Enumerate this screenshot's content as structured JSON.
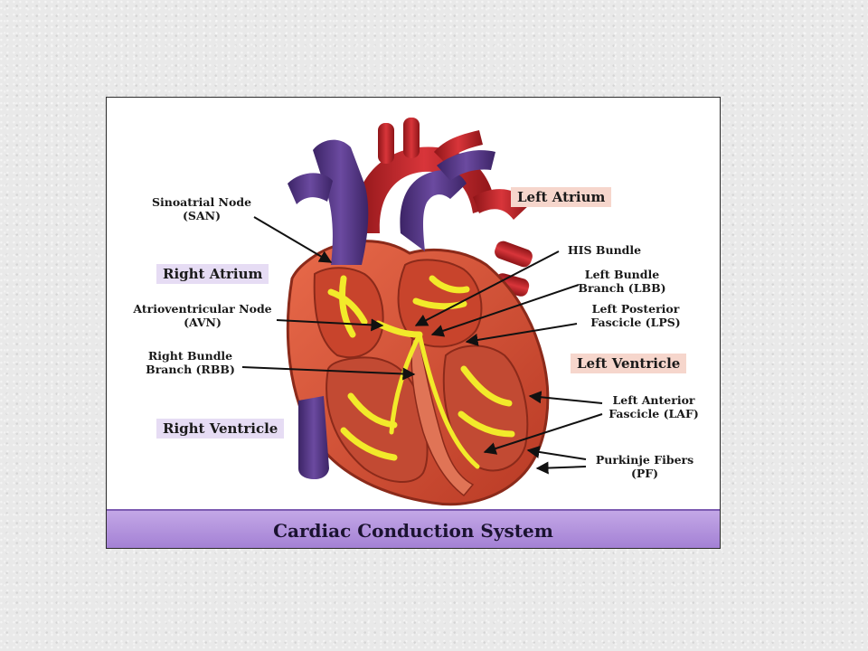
{
  "diagram": {
    "title": "Cardiac Conduction System",
    "regions": {
      "left_atrium": "Left Atrium",
      "right_atrium": "Right Atrium",
      "left_ventricle": "Left Ventricle",
      "right_ventricle": "Right Ventricle"
    },
    "labels": {
      "san": [
        "Sinoatrial Node",
        "(SAN)"
      ],
      "avn": [
        "Atrioventricular Node",
        "(AVN)"
      ],
      "rbb": [
        "Right Bundle",
        "Branch (RBB)"
      ],
      "his": [
        "HIS Bundle"
      ],
      "lbb": [
        "Left Bundle",
        "Branch (LBB)"
      ],
      "lps": [
        "Left Posterior",
        "Fascicle (LPS)"
      ],
      "laf": [
        "Left Anterior",
        "Fascicle (LAF)"
      ],
      "pf": [
        "Purkinje Fibers",
        "(PF)"
      ]
    },
    "colors": {
      "region_left_bg": "#f6d6cc",
      "region_right_bg": "#e6dcf4",
      "title_bar": "#b08fdc",
      "heart_muscle": "#d9573a",
      "vessel_purple": "#5a3c8c",
      "vessel_red": "#c0262a",
      "conduction_pathway": "#f2ea2a"
    }
  }
}
